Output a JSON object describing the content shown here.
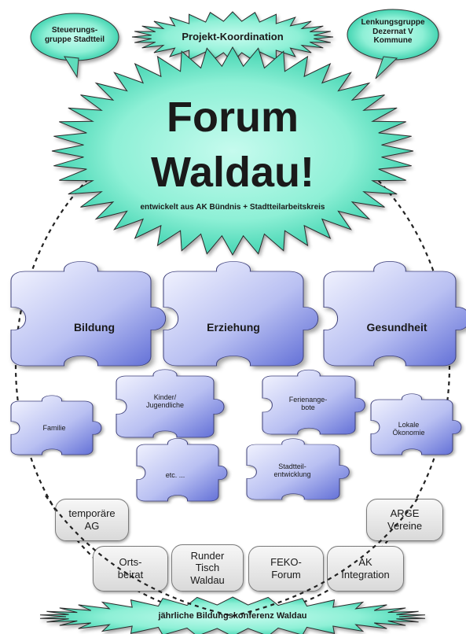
{
  "header": {
    "speech_left": [
      "Steuerungs-",
      "gruppe Stadtteil"
    ],
    "coordination": "Projekt-Koordination",
    "speech_right": [
      "Lenkungsgruppe",
      "Dezernat V",
      "Kommune"
    ]
  },
  "forum": {
    "title_line1": "Forum",
    "title_line2": "Waldau!",
    "subtitle": "entwickelt aus AK Bündnis + Stadtteilarbeitskreis"
  },
  "puzzles_large": [
    "Bildung",
    "Erziehung",
    "Gesundheit"
  ],
  "puzzles_small": {
    "family": "Familie",
    "children": [
      "Kinder/",
      "Jugendliche"
    ],
    "holiday": [
      "Ferienange-",
      "bote"
    ],
    "economy": [
      "Lokale",
      "Ökonomie"
    ],
    "etc": "etc. ...",
    "district": [
      "Stadtteil-",
      "entwicklung"
    ]
  },
  "boxes": {
    "temp_ag": [
      "temporäre",
      "AG"
    ],
    "arge": [
      "ARGE",
      "Vereine"
    ],
    "ortsbeirat": [
      "Orts-",
      "beirat"
    ],
    "runder_tisch": [
      "Runder",
      "Tisch",
      "Waldau"
    ],
    "feko": [
      "FEKO-",
      "Forum"
    ],
    "ak_integration": [
      "AK",
      "Integration"
    ]
  },
  "footer": {
    "conference": "jährliche Bildungskonferenz Waldau"
  },
  "colors": {
    "starburst_center": "#9ff3df",
    "starburst_edge": "#2fcda8",
    "puzzle_light": "#f2f4ff",
    "puzzle_dark": "#6472d8",
    "box_fill": "#e6e6e6",
    "dashed_line": "#222222"
  }
}
